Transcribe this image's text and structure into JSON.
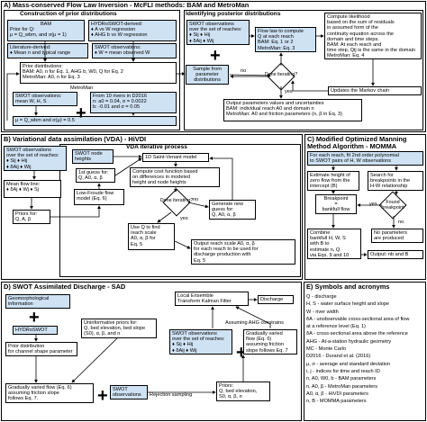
{
  "A": {
    "title": "A)   Mass-conserved Flow Law Inversion - McFLI methods: BAM and MetroMan",
    "construct_title": "Construction of prior distributions",
    "bam_box": [
      "BAM",
      "Prior for Q:",
      "μ = Q_wbm, and σ(μ = 1)"
    ],
    "hydro_box": [
      "HYDRoSWOT-derived:",
      "♦ A vs W regression",
      "♦ AHG b vs W regression"
    ],
    "lit_box": [
      "Literature-derived:",
      "♦ Mean n and typical range"
    ],
    "swot_obs_box": [
      "SWOT observations:",
      "♦ W = mean observed W"
    ],
    "prior_dist_box": [
      "Prior distributions:",
      "BAM: A0, n for Eq. 1, AHG b, W0, Q for Eq. 2",
      "MetroMan: A0, n for Eq. 3"
    ],
    "metroman_label": "MetroMan",
    "swot_mean_box": [
      "SWOT observations:",
      "mean W, H, S"
    ],
    "rivers_box": [
      "From 10 rivers in D2016",
      "n: a0 = 0.04, σ = 0.0022",
      "b: -0.01 and σ = 0.05"
    ],
    "mu_box": [
      "μ = Q_wbm and σ(μ) = 0.5"
    ],
    "identify_title": "Identifying posterior distributions",
    "swot_reaches_box": [
      "SWOT observations",
      "over the set of reaches:",
      "♦ Sij    ♦ Hij",
      "♦ δAij   ♦ Wij"
    ],
    "flowlaw_box": [
      "Flow law to compute",
      "Q at each reach",
      "BAM: Eq. 1 or 2",
      "MetroMan: Eq. 3"
    ],
    "likelihood_box": [
      "Compute likelihood",
      "based on the sum of residuals",
      "in assumed form of the",
      "continuity equation across the",
      "domain and time steps.",
      "BAM: At each reach and",
      "time step, Qij is the same in the domain",
      "MetroMan: Eq. 4"
    ],
    "sample_box": [
      "Sample from",
      "parameter",
      "distributions"
    ],
    "done_diamond": "Done iterating?",
    "no_label": "no",
    "yes_label": "yes",
    "markov_box": [
      "Updates the Markov chain"
    ],
    "output_box": [
      "Output parameters values and uncertainties",
      "BAM: individual reach A0 and domain n",
      "MetroMan: A0 and friction parameters (n, β in Eq. 3)"
    ]
  },
  "B": {
    "title": "B)   Variational data assimilation (VDA) - HiVDI",
    "vda_title": "VDA iterative process",
    "swot_box": [
      "SWOT observations",
      "over the set of reaches:",
      "♦ Sij    ♦ Hij",
      "♦ δAij   ♦ Wij"
    ],
    "nodes_box": [
      "SWOT node",
      "heights"
    ],
    "meanflow_box": [
      "Mean flow line:",
      "♦ δAj  ♦ Wj  ♦ Sj"
    ],
    "priors_box": [
      "Priors for:",
      "Q, A, β"
    ],
    "lowfroude_box": [
      "Low-Froude flow model (Eq. 6)"
    ],
    "firstguess_box": [
      "1st guess for:",
      "Q, A0, α, β"
    ],
    "saintvenant_box": [
      "1D Saint-Venant model"
    ],
    "costfn_box": [
      "Compute cost function based",
      "on differences in modeled",
      "height and node heights"
    ],
    "done_diamond": "Done iterating?",
    "no_label": "no",
    "yes_label": "yes",
    "newguess_box": [
      "Generate new",
      "guess for:",
      "Q, A0, α, β"
    ],
    "usequ_box": [
      "Use Q to find",
      "reach scale",
      "A0, α, β for",
      "Eq. 5"
    ],
    "output_box": [
      "Output reach scale A0, α, β",
      "for each reach to be used for",
      "discharge production with",
      "Eq. 5"
    ]
  },
  "C": {
    "title": "C)   Modified Optimized Manning Method Algorithm - MOMMA",
    "fit_box": [
      "For each reach, fit 2nd order polynomial",
      "to SWOT pairs of H, W observations"
    ],
    "estimate_box": [
      "Estimate height of",
      "zero flow from the",
      "intercept (B)"
    ],
    "search_box": [
      "Search for",
      "breakpoints in the",
      "H-W relationship"
    ],
    "breakpoint_box": [
      "Breakpoint",
      "=",
      "bankfull flow"
    ],
    "found_diamond": "Found breakpoint",
    "yes_label": "yes",
    "no_label": "no",
    "noparams_box": [
      "No parameters",
      "are produced"
    ],
    "combine_box": [
      "Combine",
      "bankfull H, W, S",
      "with B to",
      "estimate n, Q",
      "via Eqs. 9 and 10"
    ],
    "output_box": [
      "Output: nb and B"
    ]
  },
  "D": {
    "title": "D)   SWOT Assimilated Discharge - SAD",
    "geo_box": [
      "Geomorphological",
      "information"
    ],
    "hydro_box": [
      "HYDRoSWOT"
    ],
    "priorsdist_box": [
      "Prior distribution",
      "for channel shape parameter"
    ],
    "uninf_box": [
      "Uninformative priors for:",
      "Q, bed elevation, bed slope",
      "(S0), α, β, and n"
    ],
    "gvf_box": [
      "Gradually varied flow (Eq. 6)",
      "assuming friction slope",
      "follows Eq. 7."
    ],
    "swot_obs_box": [
      "SWOT",
      "observations"
    ],
    "rejection_label": "Rejection sampling",
    "enkf_box": [
      "Local Ensemble",
      "Transform Kalman Filter"
    ],
    "discharge_box": [
      "Discharge"
    ],
    "ahg_label": "Assuming AHG constrains",
    "swot_reaches_box": [
      "SWOT observations",
      "over the set of reaches:",
      "♦ Sij    ♦ Hij",
      "♦ δAij   ♦ Wij"
    ],
    "gvf2_box": [
      "Gradually varied",
      "flow (Eq. 6)",
      "assuming friction",
      "slope follows Eq. 7"
    ],
    "priors_box": [
      "Priors:",
      "Q, bed elevation,",
      "S0, α, β, n"
    ]
  },
  "E": {
    "title": "E)   Symbols and acronyms",
    "lines": [
      "Q - discharge",
      "H, S - water surface height and slope",
      "W - river width",
      "δA - unobservable cross-sectional area of flow",
      "    at a reference level (Eq. 1)",
      "δA - cross-sectional area above the reference",
      "AHG - At-a-station hydraulic geometry",
      "MC - Monte Carlo",
      "D2016 - Durand et al. (2016)",
      "μ, σ - average and standard deviation",
      "i, j - indices for time and reach ID",
      "n, A0, W0, b - BAM parameters",
      "n, A0, β - MetroMan parameters",
      "A0, α, β - HiVDI parameters",
      "n, B - MOMMA parameters"
    ]
  }
}
